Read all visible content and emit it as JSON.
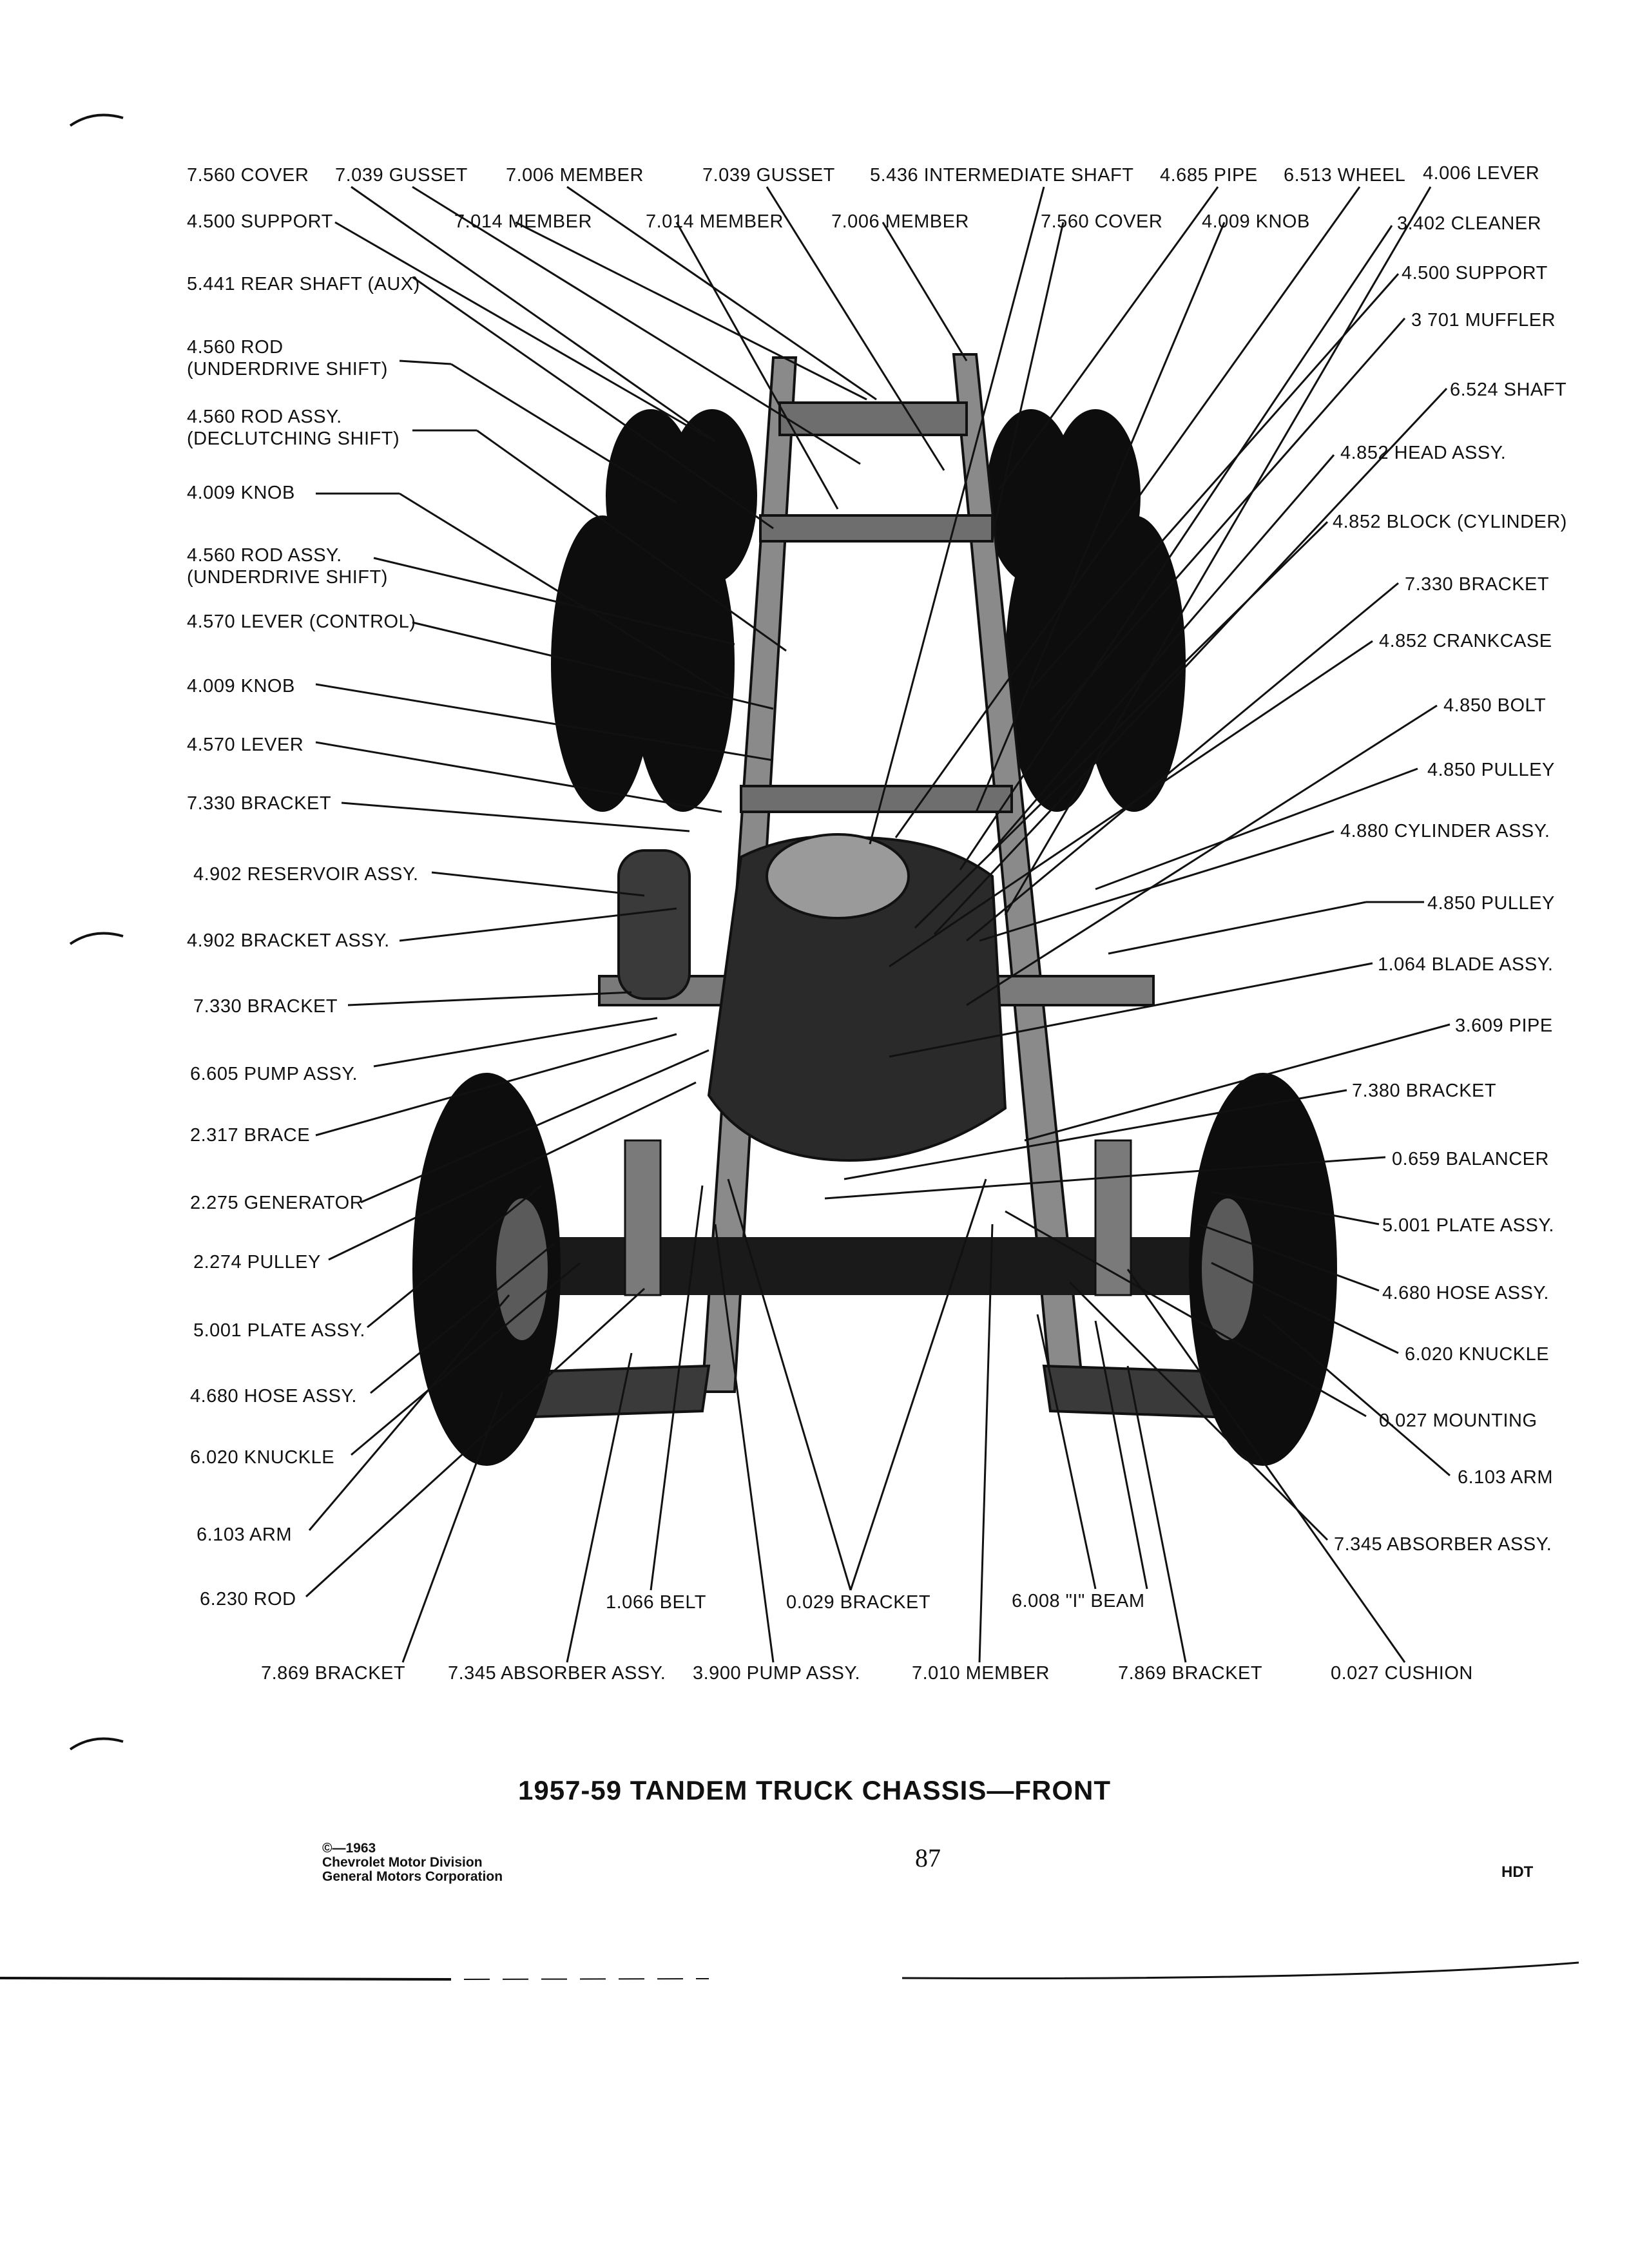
{
  "page": {
    "title": "1957-59 TANDEM TRUCK CHASSIS—FRONT",
    "page_number": "87",
    "copyright": "©—1963\nChevrolet Motor Division\nGeneral Motors Corporation",
    "series_code": "HDT"
  },
  "colors": {
    "ink": "#111111",
    "paper": "#ffffff",
    "tire": "#0d0d0d",
    "metal": "#7a7a7a"
  },
  "labels": {
    "top_left_1": "7.560 COVER",
    "top_gusset_1": "7.039 GUSSET",
    "top_member_1": "7.006 MEMBER",
    "top_gusset_2": "7.039 GUSSET",
    "top_intermediate_shaft": "5.436 INTERMEDIATE SHAFT",
    "top_pipe": "4.685 PIPE",
    "top_wheel": "6.513 WHEEL",
    "top_lever": "4.006 LEVER",
    "second_support": "4.500 SUPPORT",
    "second_member_1": "7.014 MEMBER",
    "second_member_2": "7.014 MEMBER",
    "second_member_3": "7.006 MEMBER",
    "second_cover": "7.560 COVER",
    "second_knob": "4.009 KNOB",
    "second_cleaner": "3.402 CLEANER",
    "left_rear_shaft": "5.441 REAR SHAFT (AUX)",
    "left_rod_underdrive": "4.560 ROD\n(UNDERDRIVE SHIFT)",
    "left_rod_declutching": "4.560 ROD ASSY.\n(DECLUTCHING SHIFT)",
    "left_knob_1": "4.009 KNOB",
    "left_rod_assy_underdrive": "4.560 ROD ASSY.\n(UNDERDRIVE SHIFT)",
    "left_lever_control": "4.570 LEVER (CONTROL)",
    "left_knob_2": "4.009 KNOB",
    "left_lever": "4.570 LEVER",
    "left_bracket_1": "7.330 BRACKET",
    "left_reservoir": "4.902 RESERVOIR ASSY.",
    "left_bracket_assy": "4.902 BRACKET ASSY.",
    "left_bracket_2": "7.330 BRACKET",
    "left_pump_assy": "6.605 PUMP ASSY.",
    "left_brace": "2.317 BRACE",
    "left_generator": "2.275 GENERATOR",
    "left_pulley": "2.274 PULLEY",
    "left_plate": "5.001 PLATE ASSY.",
    "left_hose": "4.680 HOSE ASSY.",
    "left_knuckle": "6.020 KNUCKLE",
    "left_arm": "6.103 ARM",
    "left_rod": "6.230 ROD",
    "right_support": "4.500 SUPPORT",
    "right_muffler": "3 701 MUFFLER",
    "right_shaft": "6.524 SHAFT",
    "right_head": "4.852 HEAD ASSY.",
    "right_block": "4.852 BLOCK (CYLINDER)",
    "right_bracket_1": "7.330 BRACKET",
    "right_crankcase": "4.852 CRANKCASE",
    "right_bolt": "4.850 BOLT",
    "right_pulley_1": "4.850 PULLEY",
    "right_cylinder": "4.880 CYLINDER ASSY.",
    "right_pulley_2": "4.850 PULLEY",
    "right_blade": "1.064 BLADE ASSY.",
    "right_pipe": "3.609 PIPE",
    "right_bracket_2": "7.380 BRACKET",
    "right_balancer": "0.659 BALANCER",
    "right_plate": "5.001 PLATE ASSY.",
    "right_hose": "4.680 HOSE ASSY.",
    "right_knuckle": "6.020 KNUCKLE",
    "right_mounting": "0.027 MOUNTING",
    "right_arm": "6.103 ARM",
    "right_absorber": "7.345 ABSORBER ASSY.",
    "bottom_belt": "1.066 BELT",
    "bottom_bracket": "0.029 BRACKET",
    "bottom_beam": "6.008 \"I\" BEAM",
    "bottom_bracket_left": "7.869 BRACKET",
    "bottom_absorber": "7.345 ABSORBER ASSY.",
    "bottom_pump": "3.900 PUMP ASSY.",
    "bottom_member": "7.010 MEMBER",
    "bottom_bracket_right": "7.869 BRACKET",
    "bottom_cushion": "0.027 CUSHION"
  }
}
